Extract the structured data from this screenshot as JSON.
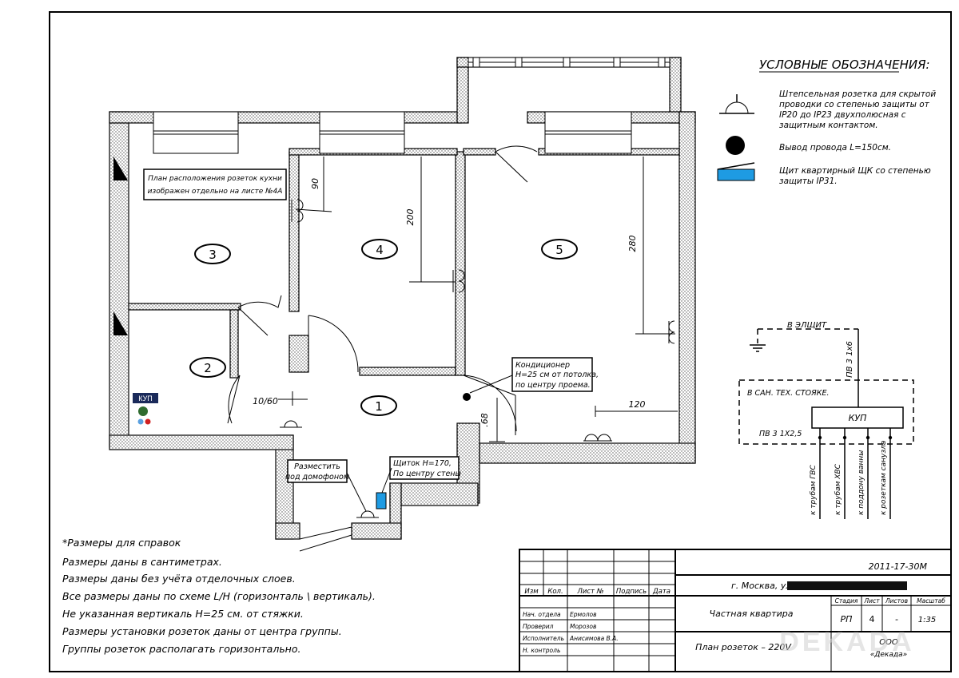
{
  "legend": {
    "title": "УСЛОВНЫЕ ОБОЗНАЧЕНИЯ:",
    "items": [
      {
        "symbol": "socket-icon",
        "lines": [
          "Штепсельная розетка для скрытой",
          "проводки со степенью защиты от",
          "IP20 до IP23 двухполюсная с",
          "защитным контактом."
        ]
      },
      {
        "symbol": "wire-outlet-icon",
        "lines": [
          "Вывод провода L=150см."
        ]
      },
      {
        "symbol": "panel-icon",
        "lines": [
          "Щит квартирный ЩК со степенью",
          "защиты IP31."
        ]
      }
    ]
  },
  "plan": {
    "note_lines": [
      "План расположения розеток кухни",
      "изображен отдельно на листе №4А"
    ],
    "rooms": [
      "1",
      "2",
      "3",
      "4",
      "5"
    ],
    "dims": {
      "d90": "90",
      "d200": "200",
      "d280": "280",
      "d120": "120",
      "d1060": "10/60",
      "d68": ".68"
    },
    "ac_note": [
      "Кондиционер",
      "Н=25 см от потолка,",
      "по центру проема."
    ],
    "panel_note": [
      "Щиток Н=170,",
      "По центру стены"
    ],
    "intercom_note": [
      "Разместить",
      "под домофоном"
    ],
    "kup_label": "КУП"
  },
  "scheme": {
    "to_panel": "В ЭЛЩИТ",
    "cable_main": "ПВ 3 1х6",
    "room_label": "В САН. ТЕХ. СТОЯКЕ.",
    "box_label": "КУП",
    "cable_branch": "ПВ 3 1Х2,5",
    "outputs": [
      "к трубам ГВС",
      "к трубам ХВС",
      "к поддону ванны",
      "к розеткам санузла"
    ]
  },
  "notes": [
    "*Размеры для справок",
    "Размеры даны в сантиметрах.",
    "Размеры даны без учёта отделочных слоев.",
    "Все размеры даны по схеме L/H (горизонталь \\ вертикаль).",
    "Не указанная вертикаль Н=25 см. от стяжки.",
    "Размеры установки розеток даны от центра группы.",
    "Группы розеток располагать горизонтально."
  ],
  "title_block": {
    "code": "2011-17-30М",
    "address": "г. Москва, ул.",
    "col_headers": [
      "Изм",
      "Кол.",
      "Лист №",
      "Подпись",
      "Дата"
    ],
    "roles": [
      "Нач. отдела",
      "Проверил",
      "Исполнитель",
      "Н. контроль"
    ],
    "names": [
      "Ермолов",
      "Морозов",
      "Анисимова В.А.",
      ""
    ],
    "project": "Частная квартира",
    "sheet_title": "План розеток – 220V",
    "stage_header": "Стадия",
    "sheet_header": "Лист",
    "sheets_header": "Листов",
    "scale_header": "Масштаб",
    "stage": "РП",
    "sheet": "4",
    "sheets": "-",
    "scale": "1:35",
    "company": [
      "ООО",
      "«Декада»"
    ],
    "watermark": "DEKADA"
  }
}
